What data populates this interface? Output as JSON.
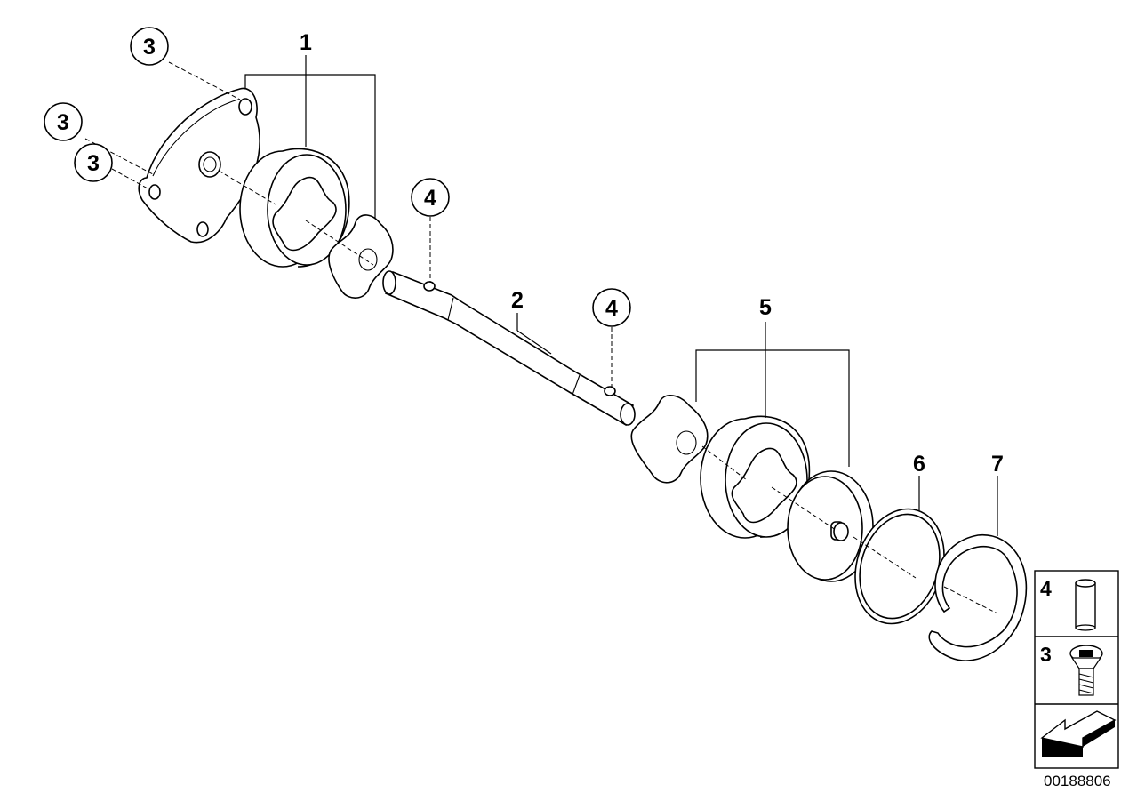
{
  "diagram": {
    "callouts": [
      {
        "id": "callout-1",
        "label": "1"
      },
      {
        "id": "callout-2",
        "label": "2"
      },
      {
        "id": "callout-5",
        "label": "5"
      },
      {
        "id": "callout-6",
        "label": "6"
      },
      {
        "id": "callout-7",
        "label": "7"
      }
    ],
    "circled_callouts": [
      {
        "id": "circled-3-top",
        "label": "3"
      },
      {
        "id": "circled-3-mid",
        "label": "3"
      },
      {
        "id": "circled-3-low",
        "label": "3"
      },
      {
        "id": "circled-4-upper",
        "label": "4"
      },
      {
        "id": "circled-4-lower",
        "label": "4"
      }
    ],
    "legend": {
      "items": [
        {
          "label": "4",
          "icon": "dowel-pin-icon"
        },
        {
          "label": "3",
          "icon": "countersunk-screw-icon"
        }
      ],
      "arrow_icon": "direction-arrow-icon"
    },
    "document_number": "00188806"
  }
}
